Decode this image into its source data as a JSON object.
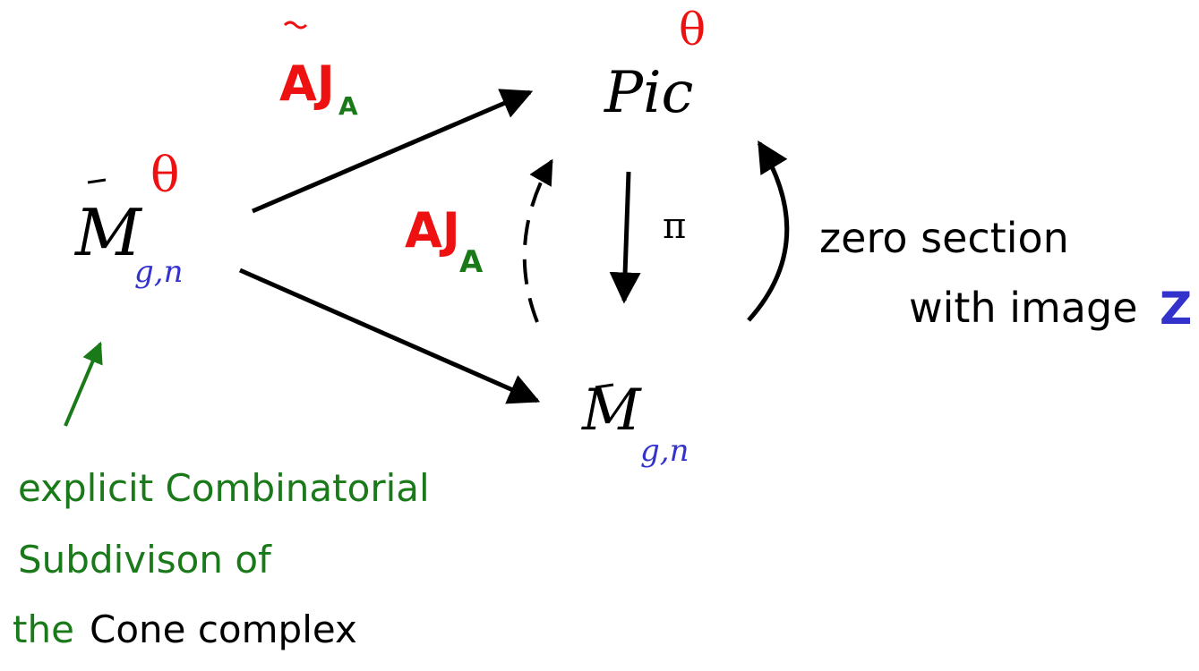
{
  "nodes": {
    "moduli_theta": {
      "base": "M",
      "sub": "g,n",
      "sup": "θ"
    },
    "pic_theta": {
      "base": "Pic",
      "sup": "θ"
    },
    "moduli": {
      "base": "M",
      "sub": "g,n"
    }
  },
  "arrows": {
    "top": {
      "main": "AJ",
      "sub": "A"
    },
    "section": {
      "main": "AJ",
      "sub": "A"
    },
    "projection": {
      "label": "π"
    },
    "zero_section": {
      "line1": "zero section",
      "line2_prefix": "with image",
      "line2_symbol": "Z"
    }
  },
  "annotation": {
    "lines": [
      "explicit Combinatorial",
      "Subdivison of",
      "the Cone complex"
    ]
  },
  "colors": {
    "black": "#000000",
    "red": "#ee1111",
    "green": "#1a7a1a",
    "blue": "#3333cc"
  }
}
